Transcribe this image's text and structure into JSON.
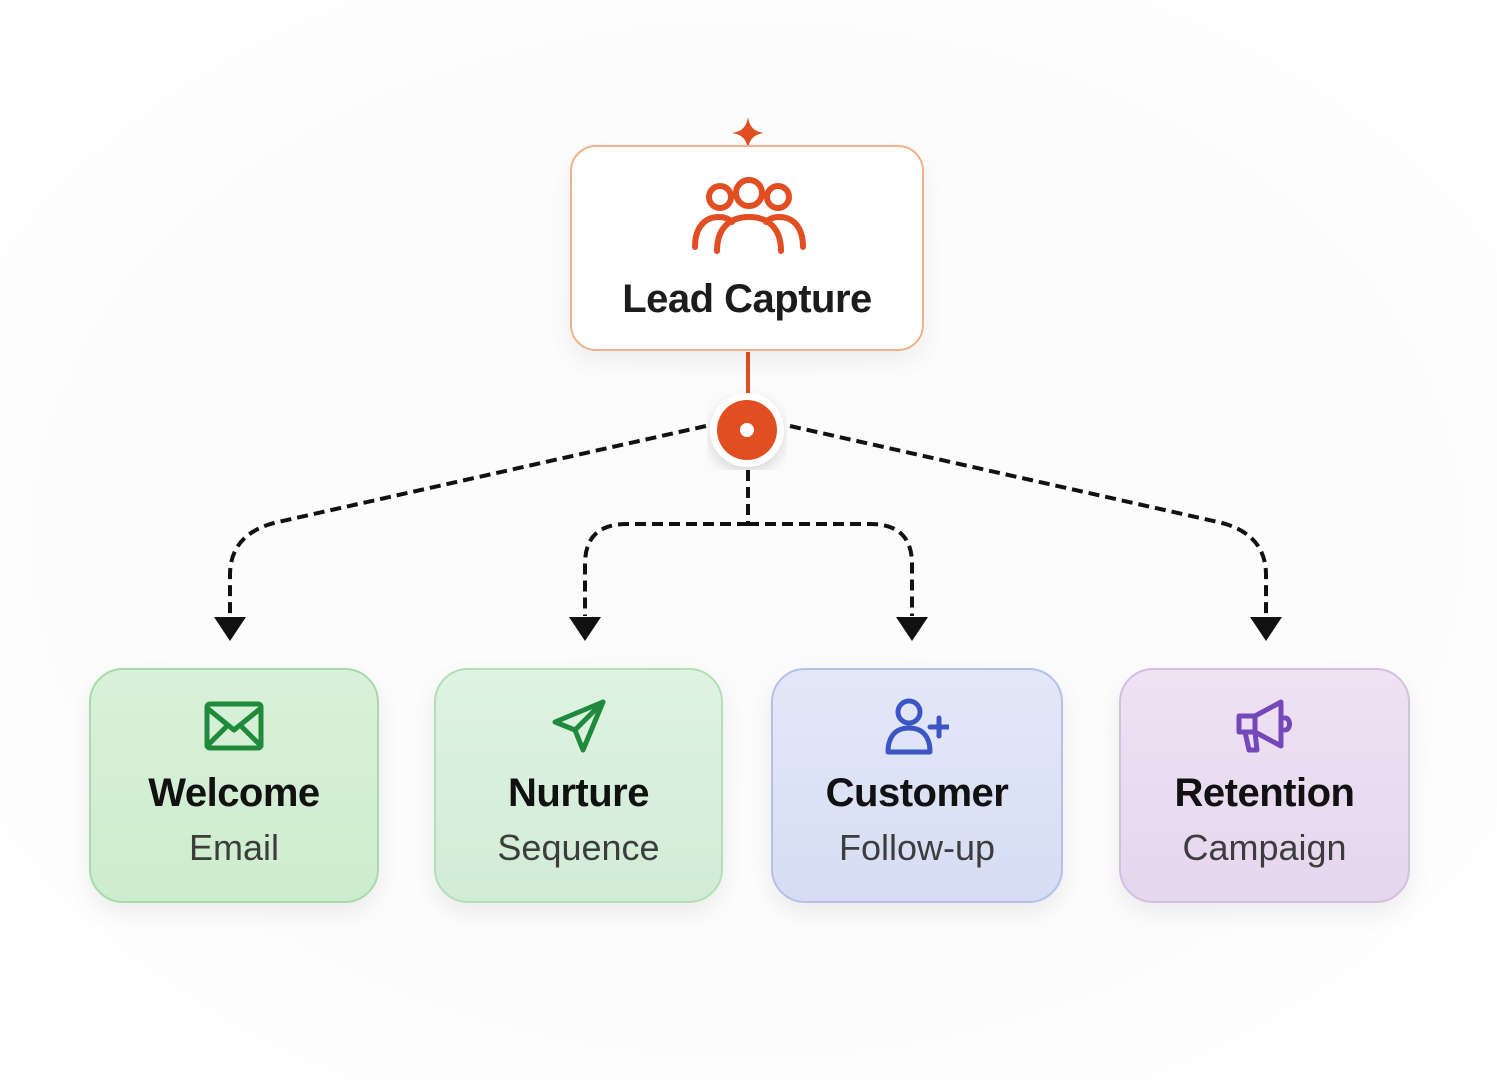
{
  "colors": {
    "accent": "#e04e22",
    "connector": "#111111",
    "welcome": "#1e8a3a",
    "nurture": "#1f8a3d",
    "customer": "#3b55c4",
    "retention": "#7448b8"
  },
  "root": {
    "title": "Lead Capture",
    "icon": "users-group-icon",
    "badge_icon": "sparkle-icon"
  },
  "hub": {
    "icon": "target-dot-icon"
  },
  "nodes": [
    {
      "title": "Welcome",
      "subtitle": "Email",
      "icon": "mail-icon"
    },
    {
      "title": "Nurture",
      "subtitle": "Sequence",
      "icon": "send-icon"
    },
    {
      "title": "Customer",
      "subtitle": "Follow-up",
      "icon": "user-plus-icon"
    },
    {
      "title": "Retention",
      "subtitle": "Campaign",
      "icon": "megaphone-icon"
    }
  ]
}
